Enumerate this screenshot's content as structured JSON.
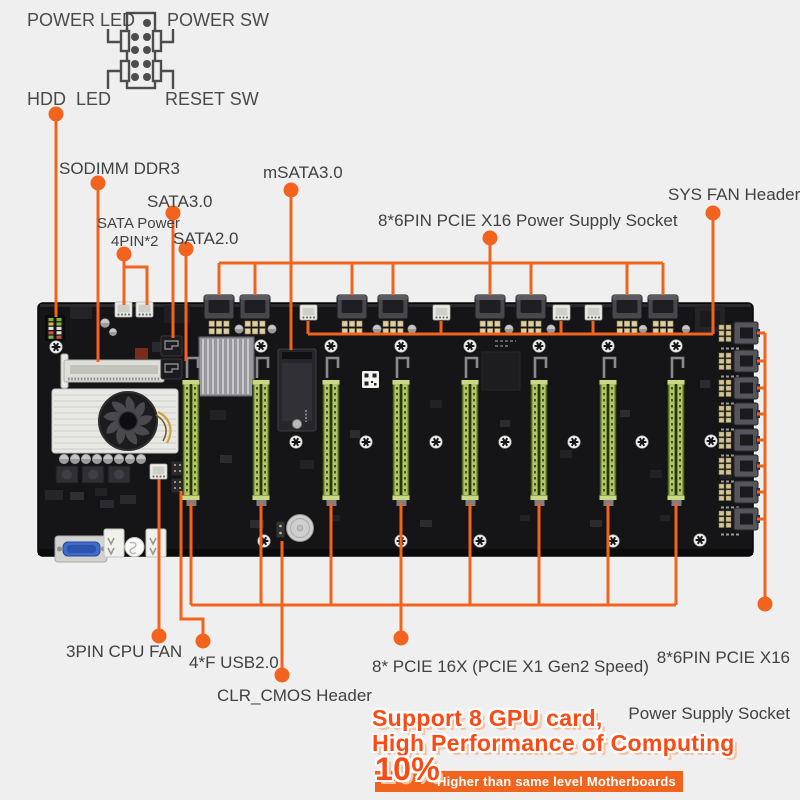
{
  "front_panel_diagram": {
    "power_led": "POWER LED",
    "power_sw": "POWER SW",
    "hdd_led": "HDD  LED",
    "reset_sw": "RESET SW"
  },
  "callouts": {
    "sodimm": "SODIMM DDR3",
    "sata_power_line1": "SATA Power",
    "sata_power_line2": "4PIN*2",
    "sata3": "SATA3.0",
    "sata2": "SATA2.0",
    "msata": "mSATA3.0",
    "pcie_power_top": "8*6PIN PCIE X16 Power Supply Socket",
    "sys_fan": "SYS FAN Header",
    "cpu_fan": "3PIN CPU FAN",
    "usb": "4*F USB2.0",
    "clr_cmos": "CLR_CMOS Header",
    "pcie_slots": "8* PCIE 16X (PCIE X1 Gen2 Speed)",
    "pcie_power_right_line1": "8*6PIN PCIE X16",
    "pcie_power_right_line2": "Power Supply Socket"
  },
  "promo": {
    "line1": "Support 8 GPU card,",
    "line2": "High Performance of Computing",
    "percent": "10%",
    "banner": "Higher than same level Motherboards"
  },
  "colors": {
    "accent": "#f2641e",
    "promo_text": "#fa4a15",
    "banner_bg": "#f2641e",
    "board": "#151517",
    "pcie_slot_green": "#b2c762",
    "background": "#efefef"
  }
}
